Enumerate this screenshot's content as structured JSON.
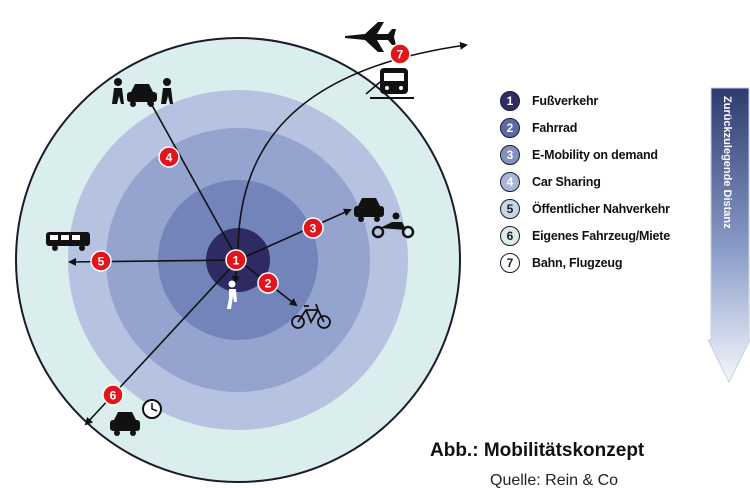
{
  "legend": {
    "items": [
      {
        "num": "1",
        "label": "Fußverkehr",
        "color": "#2f2c63",
        "text_color": "#ffffff"
      },
      {
        "num": "2",
        "label": "Fahrrad",
        "color": "#5d6aa6",
        "text_color": "#ffffff"
      },
      {
        "num": "3",
        "label": "E-Mobility on demand",
        "color": "#8391c0",
        "text_color": "#ffffff"
      },
      {
        "num": "4",
        "label": "Car Sharing",
        "color": "#a9b6d8",
        "text_color": "#ffffff"
      },
      {
        "num": "5",
        "label": "Öffentlicher Nahverkehr",
        "color": "#c9d6e8",
        "text_color": "#1c1c2e"
      },
      {
        "num": "6",
        "label": "Eigenes Fahrzeug/Miete",
        "color": "#dcede9",
        "text_color": "#1c1c2e"
      },
      {
        "num": "7",
        "label": "Bahn, Flugzeug",
        "color": "#ffffff",
        "text_color": "#1c1c2e"
      }
    ]
  },
  "diagram": {
    "distance_label": "Zurückzulegende Distanz",
    "marker_color": "#e3141b",
    "ring_colors": [
      "#dbeeee",
      "#b5c3e1",
      "#95a4cf",
      "#7384bb",
      "#54609c",
      "#2e2b63"
    ],
    "markers": [
      "1",
      "2",
      "3",
      "4",
      "5",
      "6",
      "7"
    ],
    "icons": [
      "airplane-icon",
      "train-icon",
      "pedestrians-car-icon",
      "car-icon",
      "motorcycle-icon",
      "bus-icon",
      "pedestrian-icon",
      "bicycle-icon",
      "car-icon",
      "clock-icon"
    ]
  },
  "caption": {
    "title": "Abb.: Mobilitätskonzept",
    "source": "Quelle: Rein & Co"
  }
}
